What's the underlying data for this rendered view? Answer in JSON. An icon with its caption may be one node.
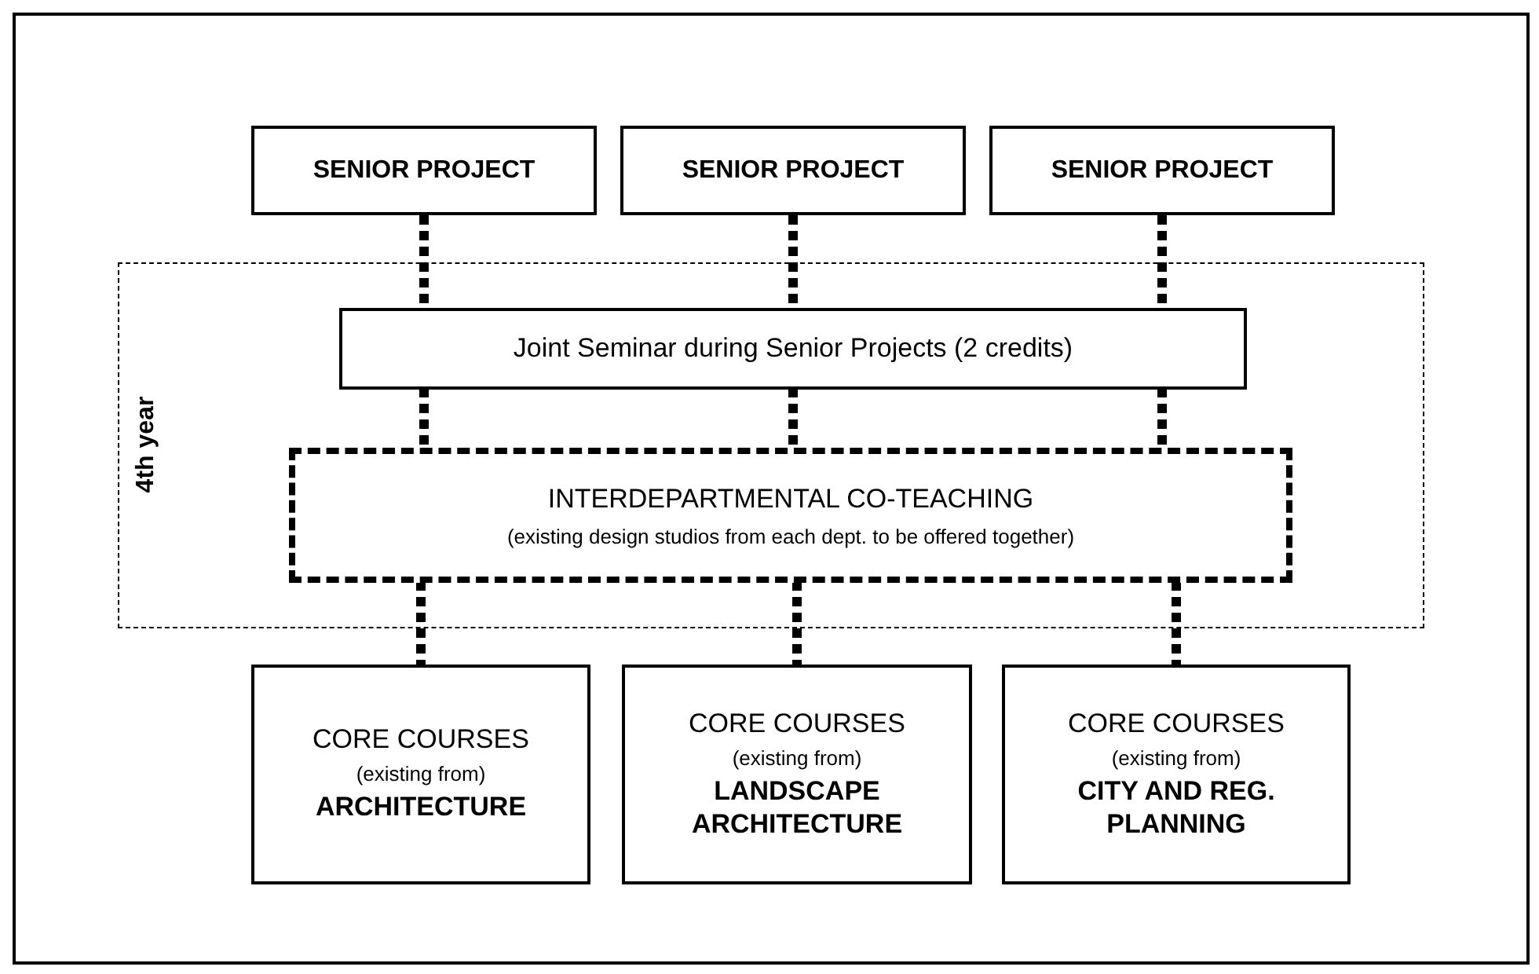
{
  "diagram": {
    "nodes": [
      {
        "text": [
          "SENIOR PROJECT"
        ]
      },
      {
        "text": [
          "SENIOR PROJECT"
        ]
      },
      {
        "text": [
          "SENIOR PROJECT"
        ]
      },
      {
        "text": [
          "4th year"
        ]
      },
      {
        "text": [
          "Joint Seminar during Senior Projects (2 credits)"
        ],
        "in": 3
      },
      {
        "text": [
          "INTERDEPARTMENTAL CO-TEACHING",
          "(existing design studios from each dept. to be offered together)"
        ],
        "in": 3
      },
      {
        "text": [
          "CORE COURSES",
          "(existing from)",
          "ARCHITECTURE"
        ]
      },
      {
        "text": [
          "CORE COURSES",
          "(existing from)",
          "LANDSCAPE ARCHITECTURE"
        ]
      },
      {
        "text": [
          "CORE COURSES",
          "(existing from)",
          "CITY AND REG. PLANNING"
        ]
      }
    ],
    "edges": [
      {
        "from": 0,
        "to": 4,
        "arrow": "none",
        "style": "dashed"
      },
      {
        "from": 1,
        "to": 4,
        "arrow": "none",
        "style": "dashed"
      },
      {
        "from": 2,
        "to": 4,
        "arrow": "none",
        "style": "dashed"
      },
      {
        "from": 4,
        "to": 5,
        "arrow": "none",
        "style": "dashed"
      },
      {
        "from": 4,
        "to": 5,
        "arrow": "none",
        "style": "dashed"
      },
      {
        "from": 4,
        "to": 5,
        "arrow": "none",
        "style": "dashed"
      },
      {
        "from": 5,
        "to": 6,
        "arrow": "none",
        "style": "dashed"
      },
      {
        "from": 5,
        "to": 7,
        "arrow": "none",
        "style": "dashed"
      },
      {
        "from": 5,
        "to": 8,
        "arrow": "none",
        "style": "dashed"
      }
    ]
  }
}
